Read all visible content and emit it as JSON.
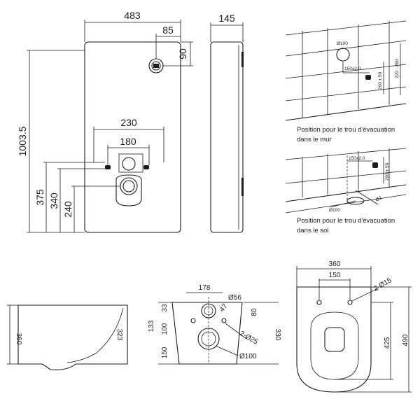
{
  "front": {
    "width": "483",
    "offset_h": "85",
    "offset_v": "90",
    "height": "1003.5",
    "span_outer": "230",
    "span_inner": "180",
    "h_375": "375",
    "h_340": "340",
    "h_240": "240"
  },
  "side": {
    "depth": "145"
  },
  "wall_detail": {
    "hole_diameter": "Ø100",
    "offset": "150±2.0",
    "height_range": "220 - 260",
    "height_small": "200 ± 50",
    "caption_line1": "Position pour le trou d'évacuation",
    "caption_line2": "dans le mur"
  },
  "floor_detail": {
    "offset": "150±2.0",
    "height_small": "200 ± 50",
    "diameter": "Ø100",
    "pipe_label": "Ø2",
    "caption_line1": "Position pour le trou d'évacuation",
    "caption_line2": "dans le sol"
  },
  "bowl_side": {
    "height_total": "360",
    "height_inner": "323"
  },
  "bowl_back": {
    "width_top": "178",
    "d_top": "Ø56",
    "d_47": "47",
    "h_33": "33",
    "h_80": "80",
    "h_133": "133",
    "h_100": "100",
    "h_150": "150",
    "h_330": "330",
    "holes": "2-Ø25",
    "d_bottom": "Ø100"
  },
  "bowl_top": {
    "width": "360",
    "spacing": "150",
    "holes": "2-Ø15",
    "length_inner": "425",
    "length_total": "490"
  }
}
